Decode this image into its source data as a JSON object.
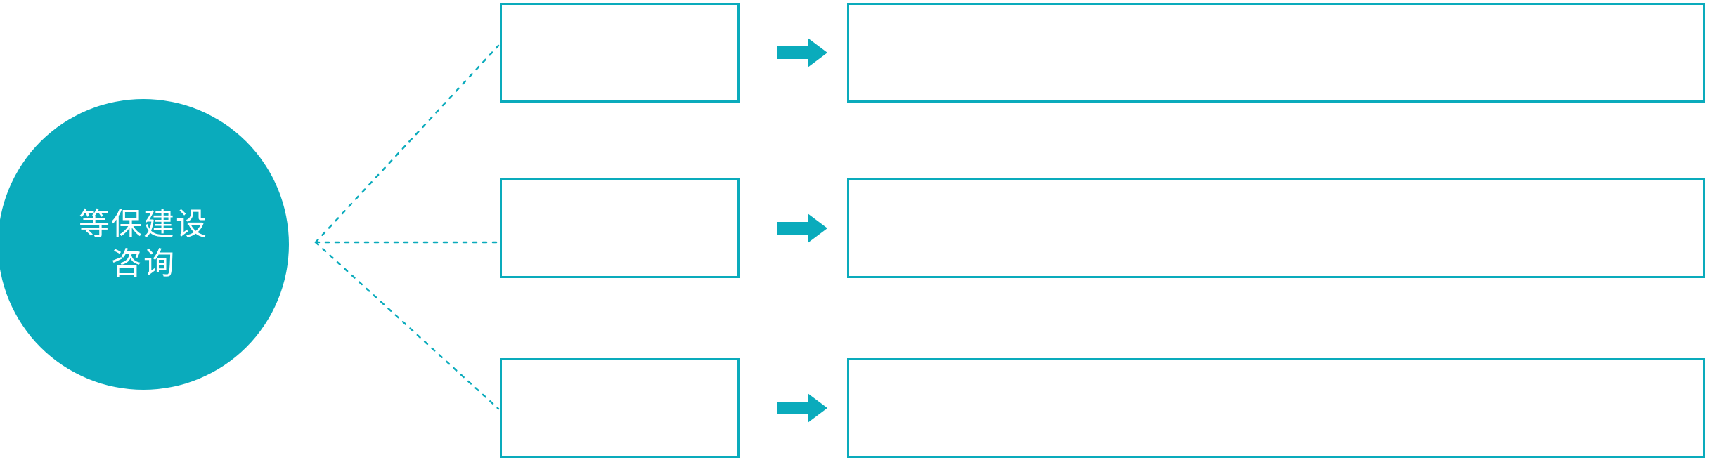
{
  "theme": {
    "accent": "#0aabbc",
    "background": "#ffffff",
    "hub_text_color": "#ffffff",
    "box_border": "#0aabbc"
  },
  "hub": {
    "name": "等保建设咨询",
    "lines": [
      "等保建设",
      "咨询"
    ]
  },
  "rows": [
    {
      "id": "row-1",
      "stage_label": "",
      "detail_label": "",
      "arrow_icon": "arrow-right-icon"
    },
    {
      "id": "row-2",
      "stage_label": "",
      "detail_label": "",
      "arrow_icon": "arrow-right-icon"
    },
    {
      "id": "row-3",
      "stage_label": "",
      "detail_label": "",
      "arrow_icon": "arrow-right-icon"
    }
  ]
}
